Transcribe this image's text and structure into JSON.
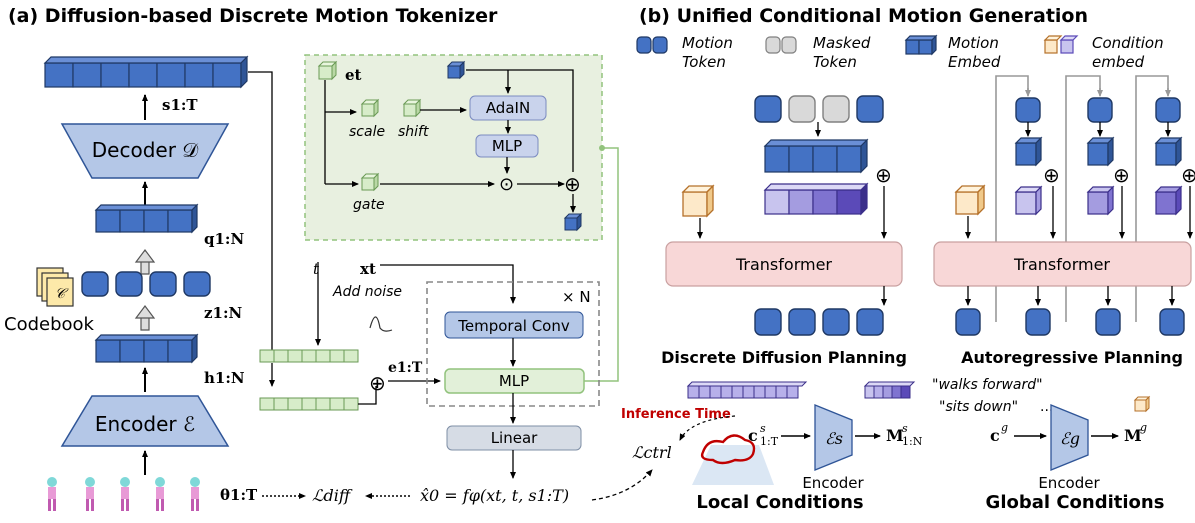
{
  "panel_a": {
    "title": "(a) Diffusion-based Discrete Motion Tokenizer",
    "decoder_label": "Decoder 𝒟",
    "encoder_label": "Encoder ℰ",
    "codebook_label": "Codebook",
    "codebook_symbol": "𝒞",
    "s_label": "s1:T",
    "q_label": "q1:N",
    "z_label": "z1:N",
    "h_label": "h1:N",
    "theta_label": "θ1:T",
    "loss_diff_label": "ℒdiff",
    "xhat_formula": "x̂0 = fφ(xt, t, s1:T)",
    "adaln_box": {
      "et_label": "et",
      "scale_label": "scale",
      "shift_label": "shift",
      "gate_label": "gate",
      "adain_label": "AdaIN",
      "mlp_label": "MLP",
      "odot_symbol": "⊙",
      "oplus_symbol": "⊕"
    },
    "denoiser": {
      "t_label": "t",
      "xt_label": "xt",
      "add_noise_label": "Add noise",
      "repeat_label": "× N",
      "temporal_conv_label": "Temporal Conv",
      "mlp_label": "MLP",
      "linear_label": "Linear",
      "e_label": "e1:T",
      "oplus_symbol": "⊕"
    }
  },
  "panel_b": {
    "title": "(b) Unified Conditional Motion Generation",
    "legend": [
      {
        "label": "Motion Token",
        "icon": "motion-token-icon"
      },
      {
        "label": "Masked Token",
        "icon": "masked-token-icon"
      },
      {
        "label": "Motion Embed",
        "icon": "motion-embed-icon"
      },
      {
        "label": "Condition embed",
        "icon": "condition-embed-icon"
      }
    ],
    "transformer_left_label": "Transformer",
    "transformer_right_label": "Transformer",
    "discrete_caption": "Discrete Diffusion Planning",
    "autoregressive_caption": "Autoregressive Planning",
    "inference_time_label": "Inference Time",
    "loss_ctrl_label": "ℒctrl",
    "local": {
      "c_label": "c s1:T",
      "encoder_symbol": "ℰs",
      "encoder_label": "Encoder",
      "m_label": "M s1:N",
      "caption": "Local Conditions"
    },
    "global": {
      "text1": "\"walks forward\"",
      "text2": "\"sits down\"",
      "ellipsis": "...",
      "c_label": "c g",
      "encoder_symbol": "ℰg",
      "encoder_label": "Encoder",
      "m_label": "M g",
      "caption": "Global Conditions"
    }
  },
  "colors": {
    "token_blue": "#4472c4",
    "token_edge": "#1f3864",
    "masked_gray": "#d9d9d9",
    "green_panel": "#e8f0e0",
    "green_border": "#92c37d",
    "transformer_fill": "#f8d7d7",
    "transformer_edge": "#c9a0a0",
    "encoder_fill": "#b4c7e7",
    "cond_orange": "#fde9c9",
    "purple_dark": "#5b4ab8",
    "purple_light": "#c8c4ee"
  }
}
